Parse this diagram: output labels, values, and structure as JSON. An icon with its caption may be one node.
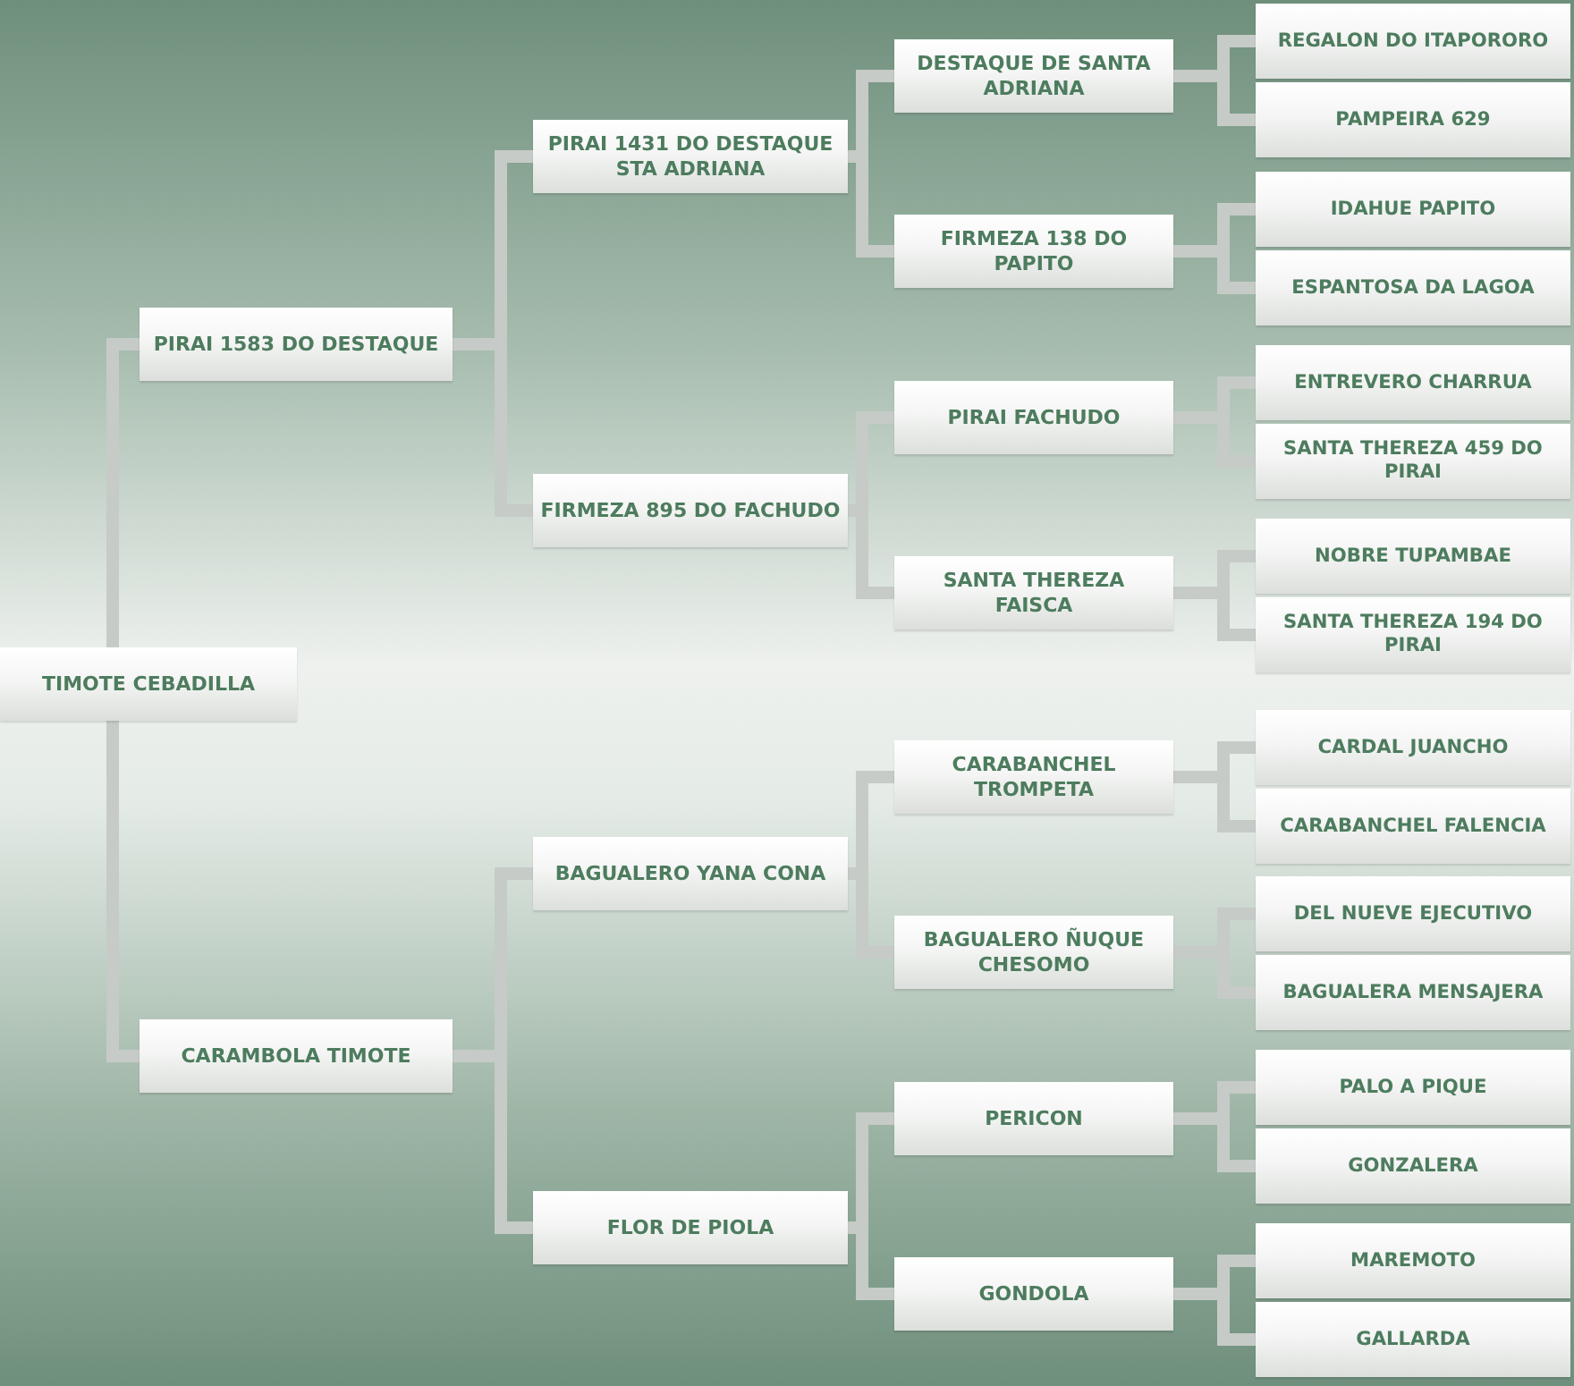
{
  "diagram": {
    "nodes": [
      {
        "text": [
          "TIMOTE CEBADILLA"
        ]
      },
      {
        "text": [
          "PIRAI 1583 DO DESTAQUE"
        ]
      },
      {
        "text": [
          "PIRAI 1431 DO DESTAQUE STA ADRIANA"
        ]
      },
      {
        "text": [
          "DESTAQUE DE SANTA ADRIANA"
        ]
      },
      {
        "text": [
          "REGALON DO ITAPORORO"
        ]
      },
      {
        "text": [
          "PAMPEIRA 629"
        ]
      },
      {
        "text": [
          "FIRMEZA 138 DO PAPITO"
        ]
      },
      {
        "text": [
          "IDAHUE PAPITO"
        ]
      },
      {
        "text": [
          "ESPANTOSA DA LAGOA"
        ]
      },
      {
        "text": [
          "FIRMEZA 895 DO FACHUDO"
        ]
      },
      {
        "text": [
          "PIRAI FACHUDO"
        ]
      },
      {
        "text": [
          "ENTREVERO CHARRUA"
        ]
      },
      {
        "text": [
          "SANTA THEREZA 459 DO PIRAI"
        ]
      },
      {
        "text": [
          "SANTA THEREZA FAISCA"
        ]
      },
      {
        "text": [
          "NOBRE TUPAMBAE"
        ]
      },
      {
        "text": [
          "SANTA THEREZA 194 DO PIRAI"
        ]
      },
      {
        "text": [
          "CARAMBOLA TIMOTE"
        ]
      },
      {
        "text": [
          "BAGUALERO YANA CONA"
        ]
      },
      {
        "text": [
          "CARABANCHEL TROMPETA"
        ]
      },
      {
        "text": [
          "CARDAL JUANCHO"
        ]
      },
      {
        "text": [
          "CARABANCHEL FALENCIA"
        ]
      },
      {
        "text": [
          "BAGUALERO ÑUQUE CHESOMO"
        ]
      },
      {
        "text": [
          "DEL NUEVE EJECUTIVO"
        ]
      },
      {
        "text": [
          "BAGUALERA MENSAJERA"
        ]
      },
      {
        "text": [
          "FLOR DE PIOLA"
        ]
      },
      {
        "text": [
          "PERICON"
        ]
      },
      {
        "text": [
          "PALO A PIQUE"
        ]
      },
      {
        "text": [
          "GONZALERA"
        ]
      },
      {
        "text": [
          "GONDOLA"
        ]
      },
      {
        "text": [
          "MAREMOTO"
        ]
      },
      {
        "text": [
          "GALLARDA"
        ]
      }
    ],
    "edges": [
      {
        "from": 0,
        "to": 1,
        "arrow": "none"
      },
      {
        "from": 1,
        "to": 2,
        "arrow": "none"
      },
      {
        "from": 2,
        "to": 3,
        "arrow": "none"
      },
      {
        "from": 3,
        "to": 4,
        "arrow": "none"
      },
      {
        "from": 3,
        "to": 5,
        "arrow": "none"
      },
      {
        "from": 2,
        "to": 6,
        "arrow": "none"
      },
      {
        "from": 6,
        "to": 7,
        "arrow": "none"
      },
      {
        "from": 6,
        "to": 8,
        "arrow": "none"
      },
      {
        "from": 1,
        "to": 9,
        "arrow": "none"
      },
      {
        "from": 9,
        "to": 10,
        "arrow": "none"
      },
      {
        "from": 10,
        "to": 11,
        "arrow": "none"
      },
      {
        "from": 10,
        "to": 12,
        "arrow": "none"
      },
      {
        "from": 9,
        "to": 13,
        "arrow": "none"
      },
      {
        "from": 13,
        "to": 14,
        "arrow": "none"
      },
      {
        "from": 13,
        "to": 15,
        "arrow": "none"
      },
      {
        "from": 0,
        "to": 16,
        "arrow": "none"
      },
      {
        "from": 16,
        "to": 17,
        "arrow": "none"
      },
      {
        "from": 17,
        "to": 18,
        "arrow": "none"
      },
      {
        "from": 18,
        "to": 19,
        "arrow": "none"
      },
      {
        "from": 18,
        "to": 20,
        "arrow": "none"
      },
      {
        "from": 17,
        "to": 21,
        "arrow": "none"
      },
      {
        "from": 21,
        "to": 22,
        "arrow": "none"
      },
      {
        "from": 21,
        "to": 23,
        "arrow": "none"
      },
      {
        "from": 16,
        "to": 24,
        "arrow": "none"
      },
      {
        "from": 24,
        "to": 25,
        "arrow": "none"
      },
      {
        "from": 25,
        "to": 26,
        "arrow": "none"
      },
      {
        "from": 25,
        "to": 27,
        "arrow": "none"
      },
      {
        "from": 24,
        "to": 28,
        "arrow": "none"
      },
      {
        "from": 28,
        "to": 29,
        "arrow": "none"
      },
      {
        "from": 28,
        "to": 30,
        "arrow": "none"
      }
    ]
  }
}
